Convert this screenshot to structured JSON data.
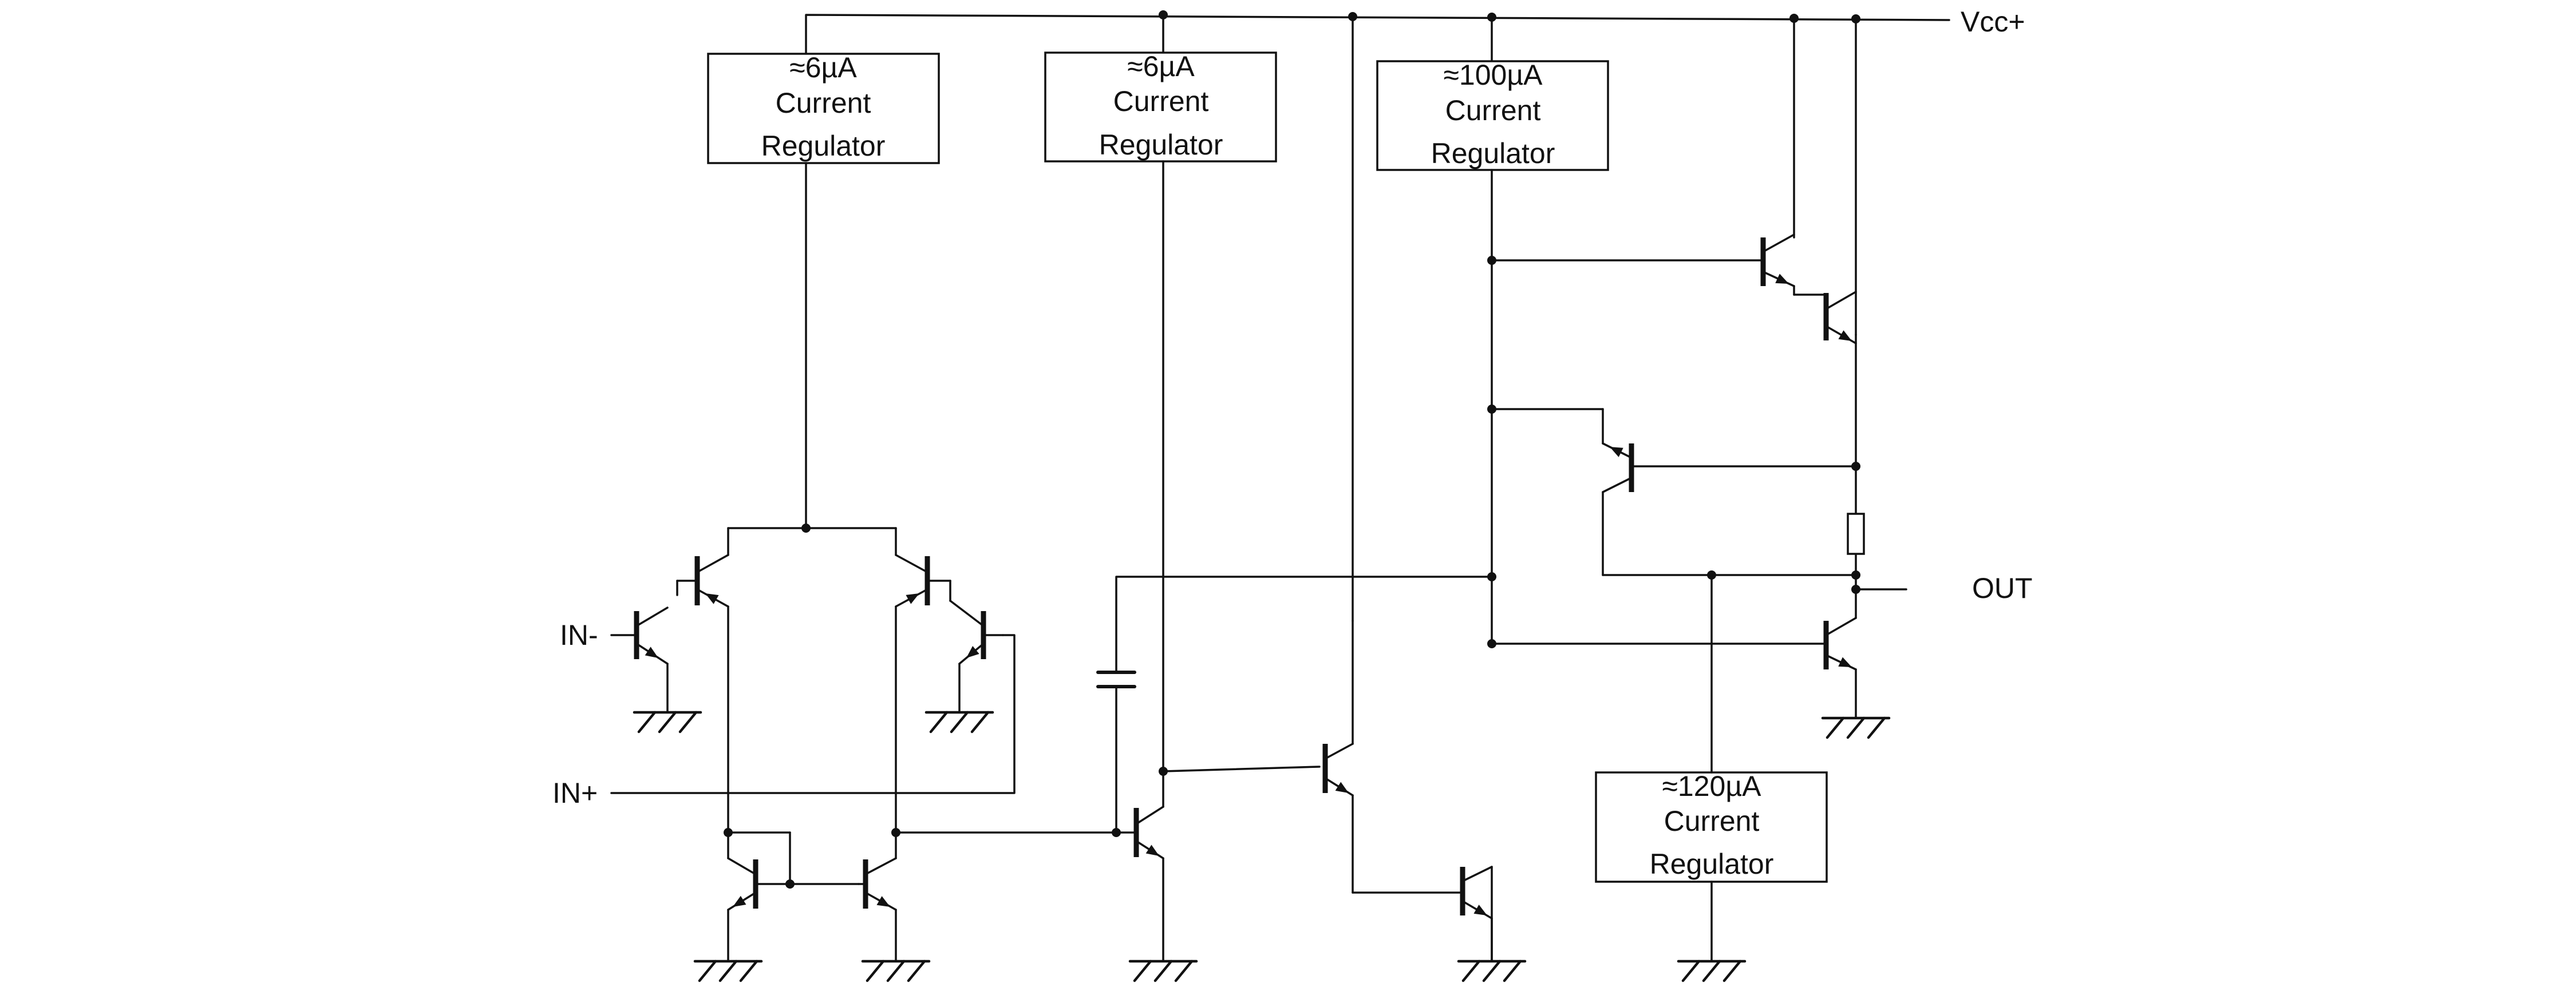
{
  "supply_label": "Vcc+",
  "output_label": "OUT",
  "inputs": {
    "inverting": "IN-",
    "non_inverting": "IN+"
  },
  "regulators": {
    "reg1": {
      "current": "≈6µA",
      "line1": "Current",
      "line2": "Regulator"
    },
    "reg2": {
      "current": "≈6µA",
      "line1": "Current",
      "line2": "Regulator"
    },
    "reg3": {
      "current": "≈100µA",
      "line1": "Current",
      "line2": "Regulator"
    },
    "reg4": {
      "current": "≈120µA",
      "line1": "Current",
      "line2": "Regulator"
    }
  },
  "colors": {
    "line": "#111111",
    "background": "#ffffff"
  }
}
